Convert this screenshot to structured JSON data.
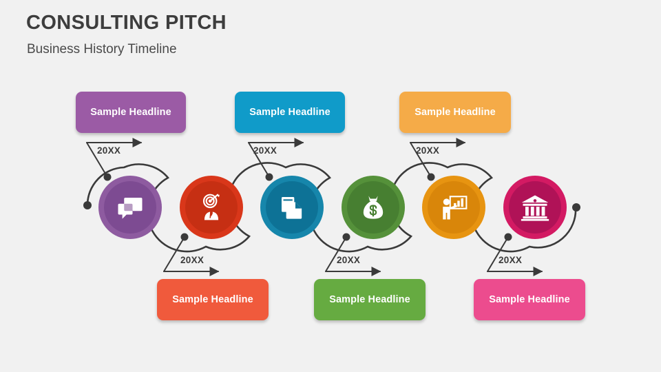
{
  "header": {
    "title": "CONSULTING PITCH",
    "subtitle": "Business History Timeline"
  },
  "colors": {
    "background": "#f1f1f1",
    "connector_line": "#3a3a3a",
    "title_text": "#3d3d3d",
    "label_text": "#3a3a3a"
  },
  "timeline": {
    "milestones": [
      {
        "index": 1,
        "position": "top",
        "year": "20XX",
        "headline": "Sample Headline",
        "box_color": "#9b5ba5",
        "circle_outer": "#8e5ba0",
        "circle_inner": "#7d4b92",
        "icon": "chat-bubbles-icon"
      },
      {
        "index": 2,
        "position": "bottom",
        "year": "20XX",
        "headline": "Sample Headline",
        "box_color": "#f05a3c",
        "circle_outer": "#d9371a",
        "circle_inner": "#c62f13",
        "icon": "target-businessman-icon"
      },
      {
        "index": 3,
        "position": "top",
        "year": "20XX",
        "headline": "Sample Headline",
        "box_color": "#109bc9",
        "circle_outer": "#1686ab",
        "circle_inner": "#0d7296",
        "icon": "documents-icon"
      },
      {
        "index": 4,
        "position": "bottom",
        "year": "20XX",
        "headline": "Sample Headline",
        "box_color": "#66ab41",
        "circle_outer": "#55913a",
        "circle_inner": "#477f31",
        "icon": "money-bag-icon"
      },
      {
        "index": 5,
        "position": "top",
        "year": "20XX",
        "headline": "Sample Headline",
        "box_color": "#f5ab48",
        "circle_outer": "#e79411",
        "circle_inner": "#d9860a",
        "icon": "presenter-chart-icon"
      },
      {
        "index": 6,
        "position": "bottom",
        "year": "20XX",
        "headline": "Sample Headline",
        "box_color": "#ec4c8e",
        "circle_outer": "#d31a63",
        "circle_inner": "#b01257",
        "icon": "bank-building-icon"
      }
    ]
  }
}
